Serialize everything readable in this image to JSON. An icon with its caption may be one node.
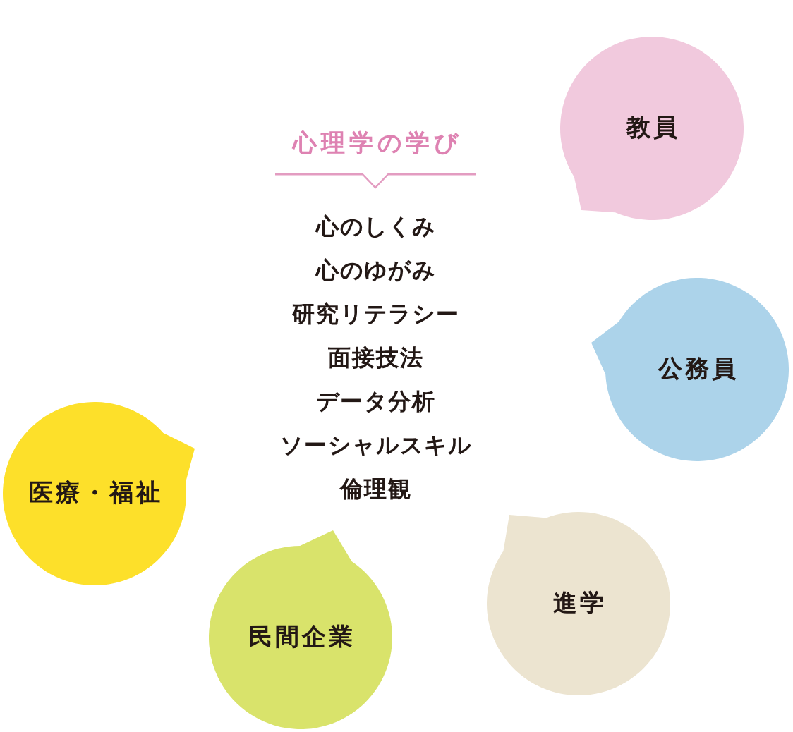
{
  "diagram": {
    "title": "心理学の学び",
    "nodes": [
      {
        "text": [
          "教員"
        ]
      },
      {
        "text": [
          "公務員"
        ]
      },
      {
        "text": [
          "医療・福祉"
        ]
      },
      {
        "text": [
          "進学"
        ]
      },
      {
        "text": [
          "民間企業"
        ]
      }
    ],
    "labels": [
      "心のしくみ",
      "心のゆがみ",
      "研究リテラシー",
      "面接技法",
      "データ分析",
      "ソーシャルスキル",
      "倫理観"
    ]
  }
}
